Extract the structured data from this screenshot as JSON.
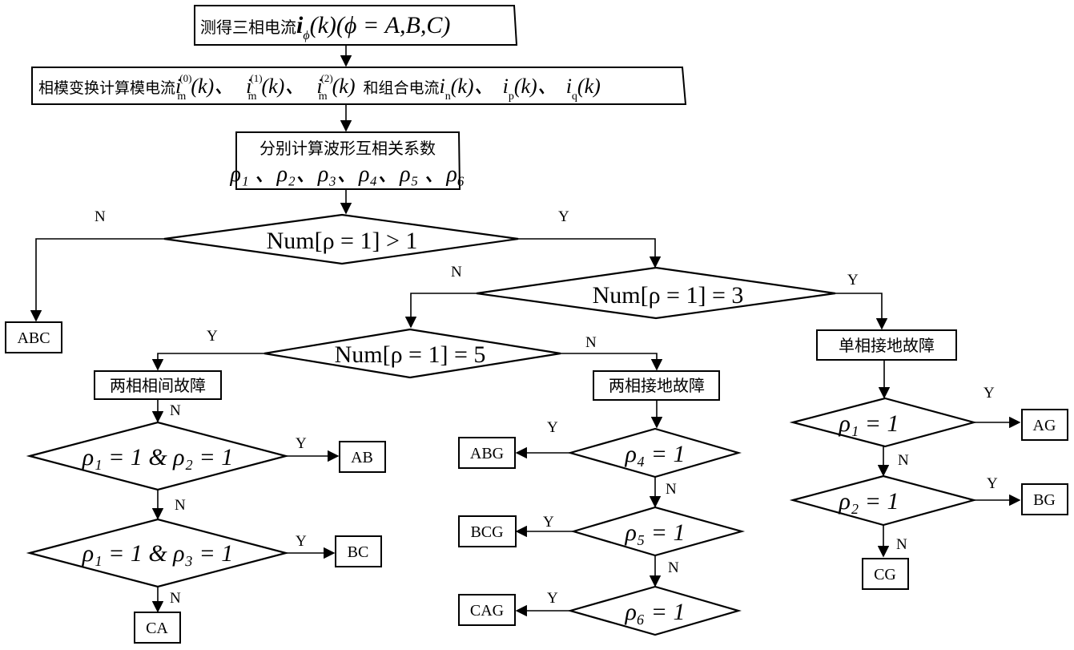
{
  "title": "Phase-fault type identification flowchart",
  "nodes": {
    "measure": {
      "cn": "测得三相电流",
      "math": "i",
      "sub": "ϕ",
      "rest": "(k)(ϕ = A,B,C)"
    },
    "transform": {
      "cn1": "相模变换计算模电流",
      "m0": "i",
      "m0_sub": "m",
      "m0_sup": "(0)",
      "m0_arg": "(k)、",
      "m1": "i",
      "m1_sub": "m",
      "m1_sup": "(1)",
      "m1_arg": "(k)、",
      "m2": "i",
      "m2_sub": "m",
      "m2_sup": "(2)",
      "m2_arg": "(k)",
      "cn2": "和组合电流",
      "n": "i",
      "n_sub": "n",
      "n_arg": "(k)、",
      "p": "i",
      "p_sub": "p",
      "p_arg": "(k)、",
      "q": "i",
      "q_sub": "q",
      "q_arg": "(k)"
    },
    "correlation": {
      "cn": "分别计算波形互相关系数",
      "rho_list": "ρ₁ 、ρ₂、ρ₃、ρ₄、ρ₅ 、ρ₆"
    },
    "dec1": {
      "text": "Num[ρ = 1] > 1"
    },
    "dec2": {
      "text": "Num[ρ = 1] = 3"
    },
    "dec3": {
      "text": "Num[ρ = 1] = 5"
    },
    "two_phase": {
      "cn": "两相相间故障"
    },
    "two_phase_ground": {
      "cn": "两相接地故障"
    },
    "single_phase_ground": {
      "cn": "单相接地故障"
    },
    "dA1": {
      "text": "ρ₁ = 1 & ρ₂ = 1"
    },
    "dA2": {
      "text": "ρ₁ = 1 & ρ₃ = 1"
    },
    "dB1": {
      "text": "ρ₄ = 1"
    },
    "dB2": {
      "text": "ρ₅ = 1"
    },
    "dB3": {
      "text": "ρ₆ = 1"
    },
    "dC1": {
      "text": "ρ₁ = 1"
    },
    "dC2": {
      "text": "ρ₂ = 1"
    }
  },
  "results": {
    "ABC": "ABC",
    "AB": "AB",
    "BC": "BC",
    "CA": "CA",
    "ABG": "ABG",
    "BCG": "BCG",
    "CAG": "CAG",
    "AG": "AG",
    "BG": "BG",
    "CG": "CG"
  },
  "branch_labels": {
    "yes": "Y",
    "no": "N"
  }
}
